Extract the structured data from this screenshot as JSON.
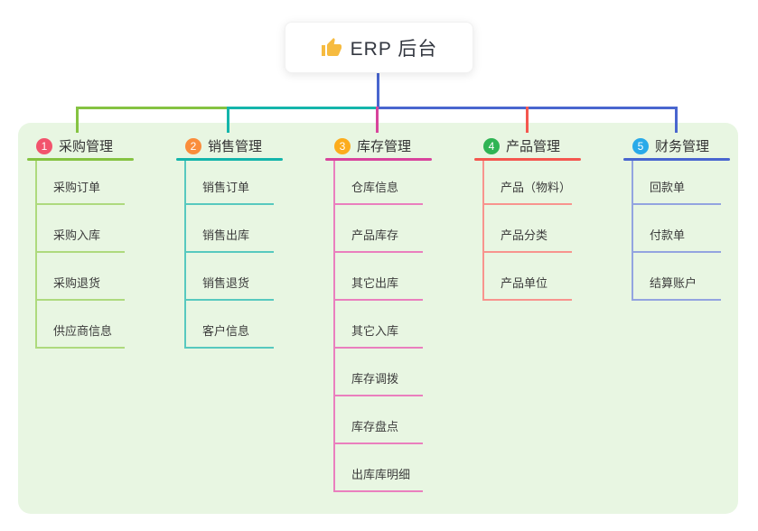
{
  "root": {
    "label": "ERP 后台",
    "icon": "thumbs-up-icon"
  },
  "branches": [
    {
      "number": "1",
      "title": "采购管理",
      "badge_color": "#f2536d",
      "line_color": "#85c342",
      "child_line_color": "#aeda7e",
      "items": [
        "采购订单",
        "采购入库",
        "采购退货",
        "供应商信息"
      ]
    },
    {
      "number": "2",
      "title": "销售管理",
      "badge_color": "#fa8d3b",
      "line_color": "#14b5ab",
      "child_line_color": "#57c9bf",
      "items": [
        "销售订单",
        "销售出库",
        "销售退货",
        "客户信息"
      ]
    },
    {
      "number": "3",
      "title": "库存管理",
      "badge_color": "#fcac1c",
      "line_color": "#d8449c",
      "child_line_color": "#ea7fbe",
      "items": [
        "仓库信息",
        "产品库存",
        "其它出库",
        "其它入库",
        "库存调拨",
        "库存盘点",
        "出库库明细"
      ]
    },
    {
      "number": "4",
      "title": "产品管理",
      "badge_color": "#2fb454",
      "line_color": "#f4574f",
      "child_line_color": "#f8948e",
      "items": [
        "产品（物料）",
        "产品分类",
        "产品单位"
      ]
    },
    {
      "number": "5",
      "title": "财务管理",
      "badge_color": "#29aae9",
      "line_color": "#4966cf",
      "child_line_color": "#93a4e0",
      "items": [
        "回款单",
        "付款单",
        "结算账户"
      ]
    }
  ],
  "colors": {
    "canvas_background": "#e8f6e2",
    "root_connector": "#4966cf",
    "root_icon": "#f6bb40",
    "text_primary": "#333333",
    "text_secondary": "#3c3c3c"
  }
}
